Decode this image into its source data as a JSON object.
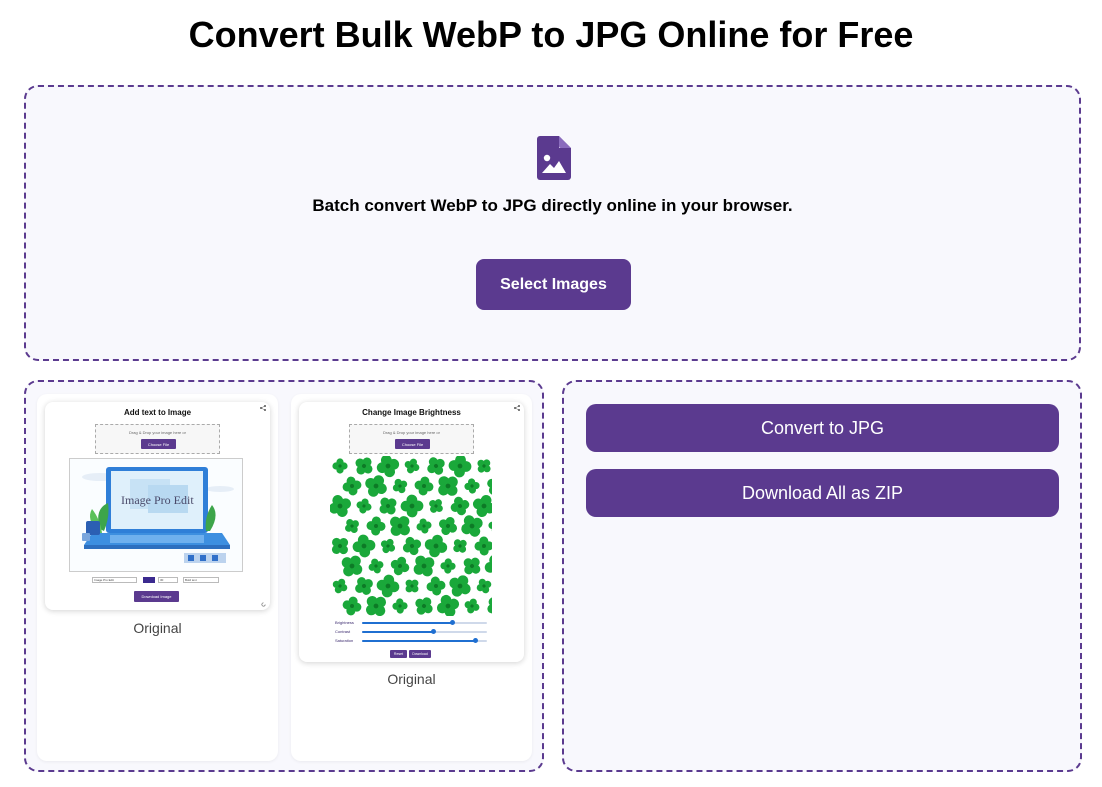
{
  "page": {
    "title": "Convert Bulk WebP to JPG Online for Free"
  },
  "upload": {
    "icon": "file-image-icon",
    "description": "Batch convert WebP to JPG directly online in your browser.",
    "select_label": "Select Images"
  },
  "previews": [
    {
      "thumb_title": "Add text to Image",
      "drop_text": "Drag & Drop your image here or",
      "choose_label": "Choose File",
      "canvas_text": "Image Pro Edit",
      "input_text": "Image Pro Edit",
      "size_value": "30",
      "font_value": "Bold text",
      "download_label": "Download Image",
      "caption": "Original"
    },
    {
      "thumb_title": "Change Image Brightness",
      "drop_text": "Drag & Drop your image here or",
      "choose_label": "Choose File",
      "sliders": [
        {
          "label": "Brightness",
          "value": 0.72
        },
        {
          "label": "Contrast",
          "value": 0.57
        },
        {
          "label": "Saturation",
          "value": 0.9
        }
      ],
      "reset_label": "Reset",
      "download_label": "Download",
      "caption": "Original"
    }
  ],
  "actions": {
    "convert_label": "Convert to JPG",
    "zip_label": "Download All as ZIP"
  },
  "colors": {
    "accent": "#5b3a8f",
    "clover": "#1aa83a"
  }
}
